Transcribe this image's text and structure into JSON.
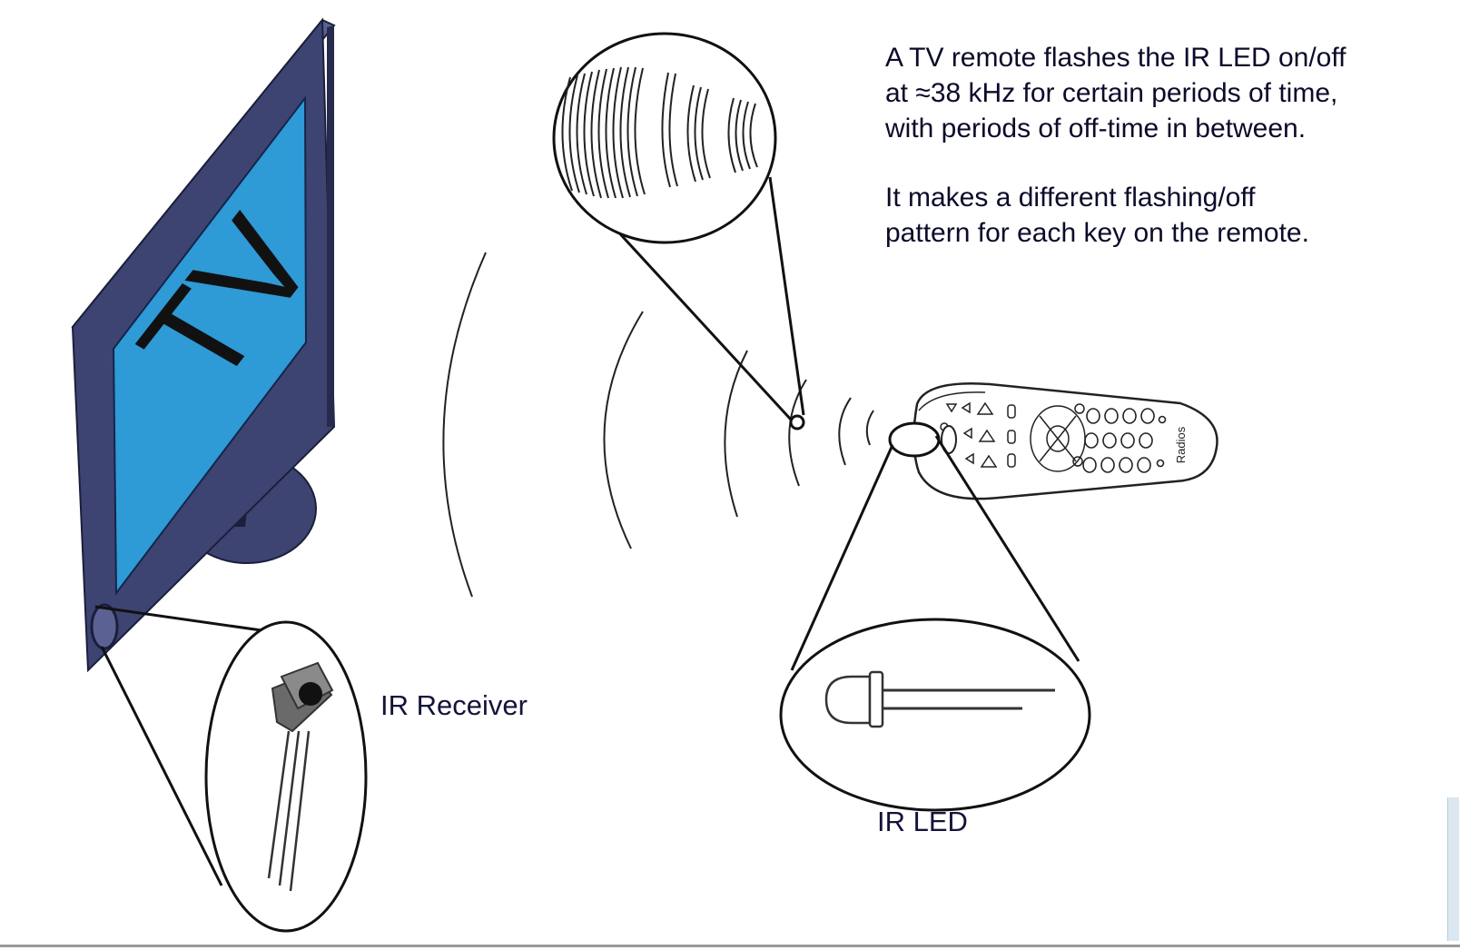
{
  "description": {
    "paragraph_1": "A TV remote flashes the IR LED on/off\nat ≈38 kHz for certain periods of time,\nwith periods of off-time in between.",
    "paragraph_2": "It makes a different flashing/off\npattern for each key on the remote."
  },
  "tv": {
    "screen_text": "TV",
    "screen_color": "#2e9ad6",
    "frame_color": "#3d4472"
  },
  "labels": {
    "receiver": "IR Receiver",
    "led": "IR LED"
  },
  "remote": {
    "brand_text": "Radios"
  },
  "icons": [
    "ir-receiver-icon",
    "ir-led-icon",
    "remote-control-icon",
    "ir-wave-icon"
  ]
}
